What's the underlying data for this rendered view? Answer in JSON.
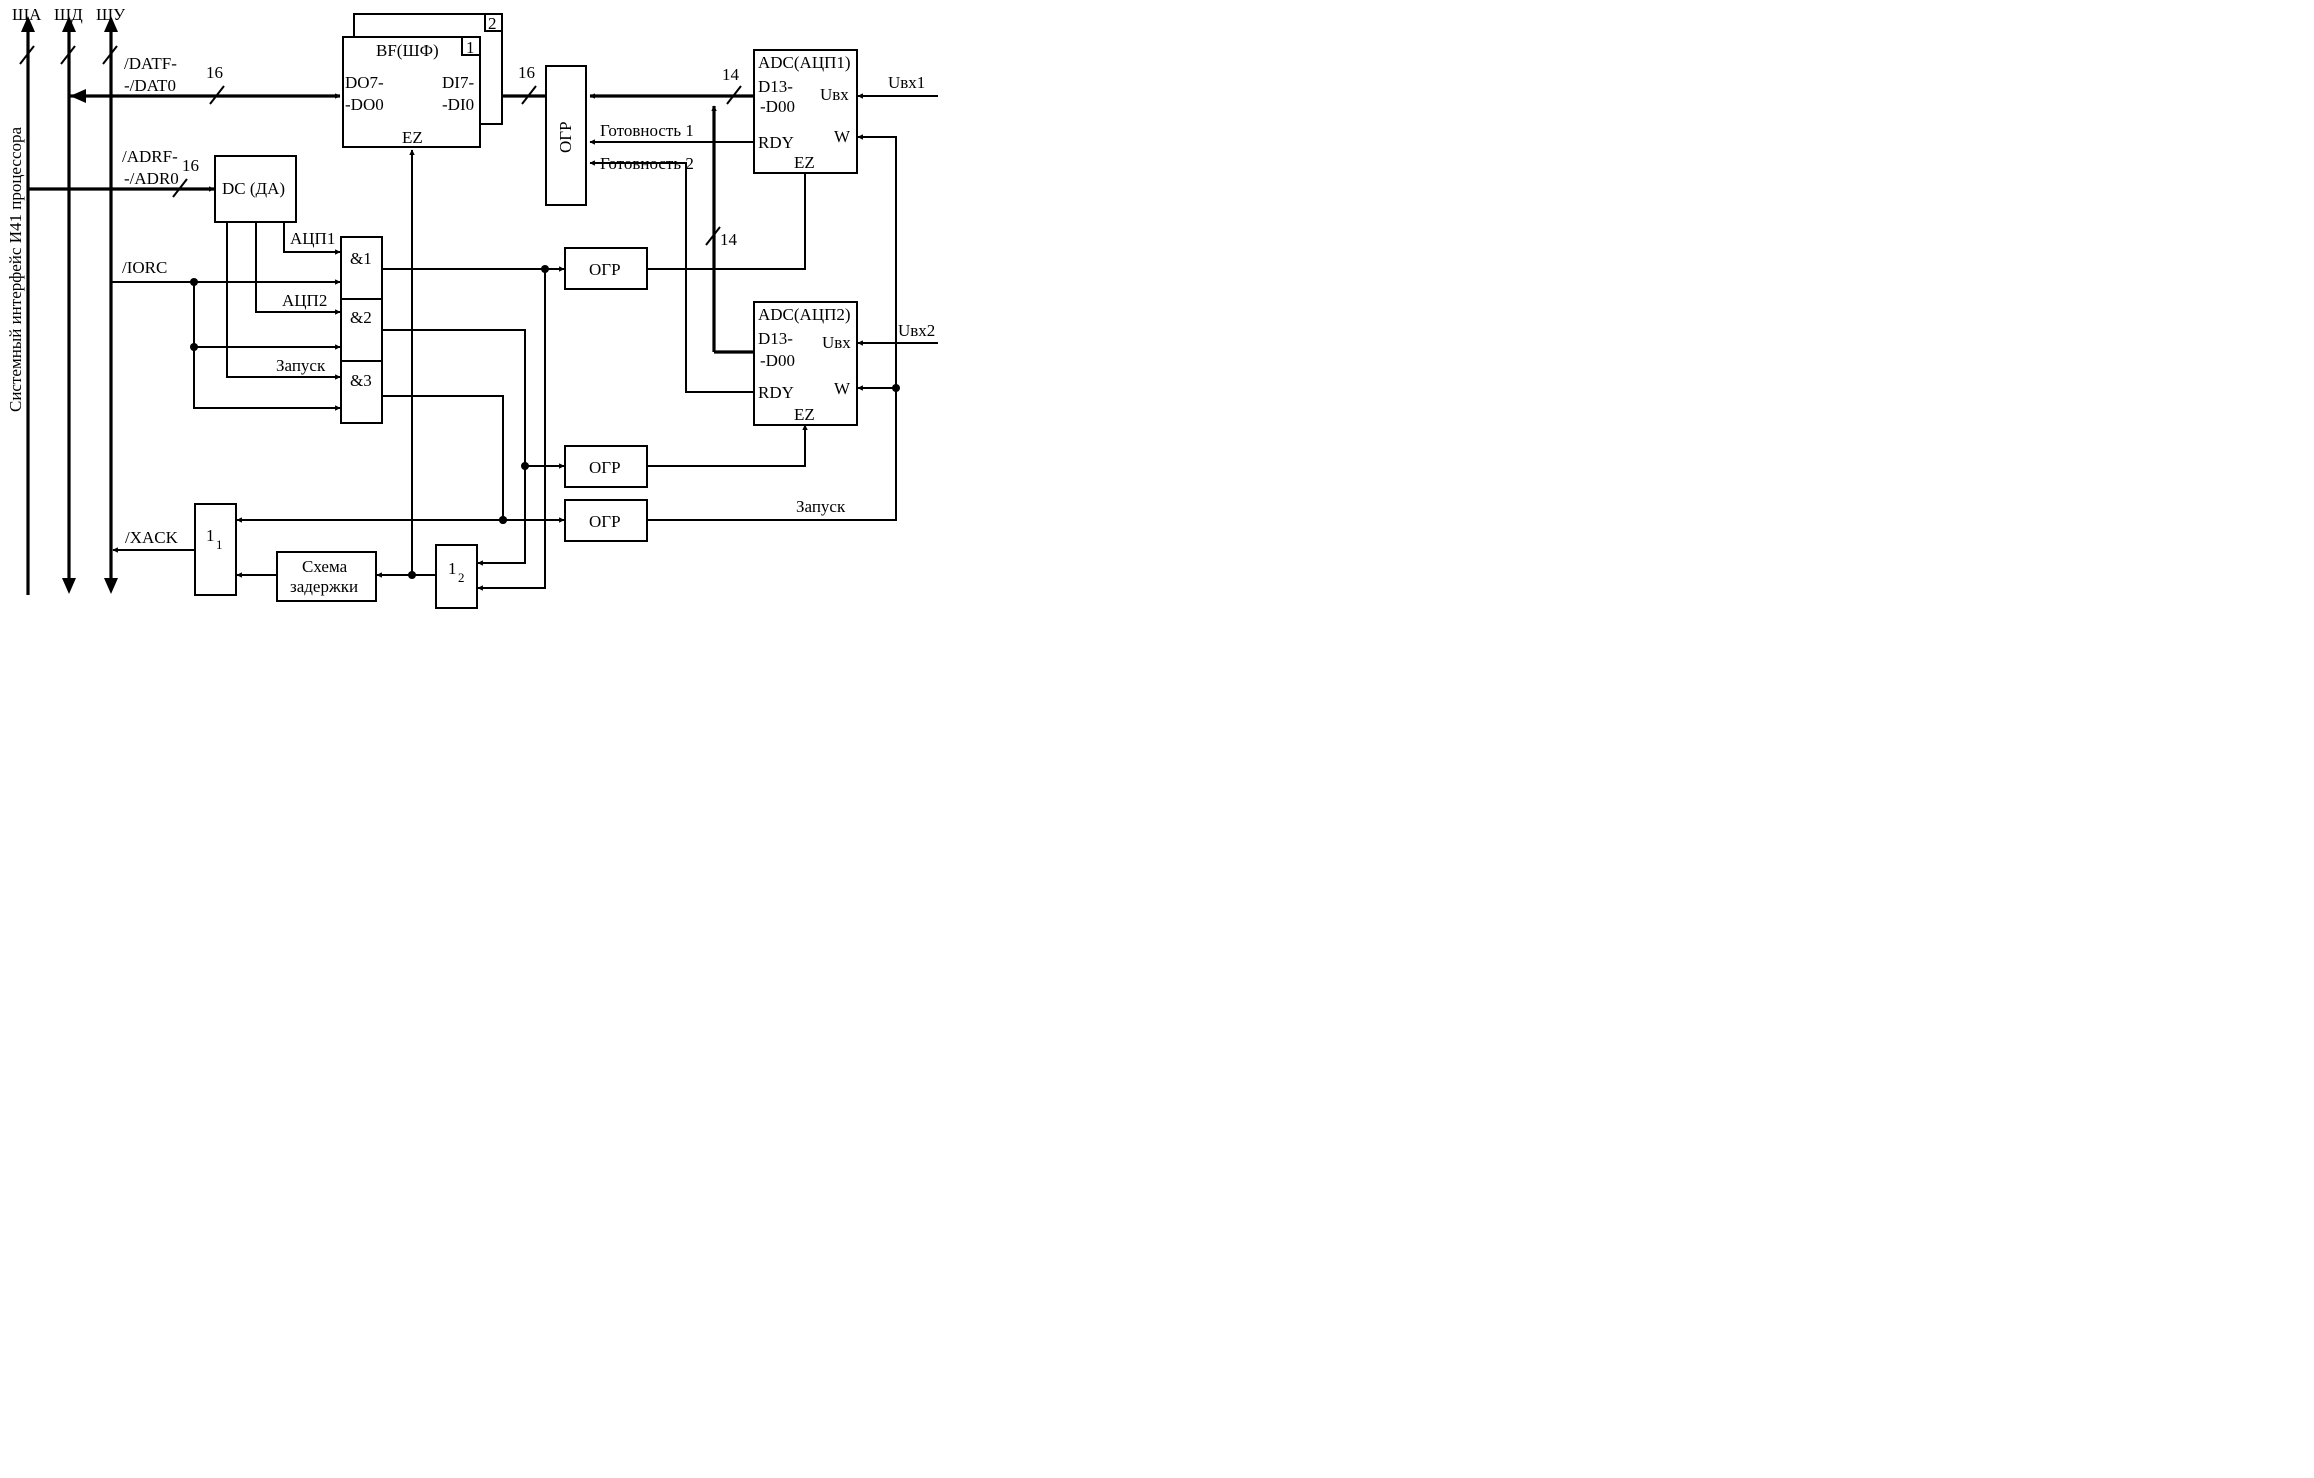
{
  "buses": {
    "sha": "ША",
    "shd": "ШД",
    "shu": "ШУ",
    "vertical_label": "Системный интерфейс И41 процессора"
  },
  "signals": {
    "datf_1": "/DATF-",
    "datf_2": "-/DAT0",
    "adrf_1": "/ADRF-",
    "adrf_2": "-/ADR0",
    "iorc": "/IORC",
    "xack": "/XACK",
    "w16_a": "16",
    "w16_b": "16",
    "w16_c": "16",
    "w14_a": "14",
    "w14_b": "14",
    "adc1_sel": "АЦП1",
    "adc2_sel": "АЦП2",
    "start_sel": "Запуск",
    "ready1": "Готовность 1",
    "ready2": "Готовность 2",
    "start_out": "Запуск",
    "uin1": "Uвх1",
    "uin2": "Uвх2"
  },
  "blocks": {
    "bf": {
      "title": "BF(ШФ)",
      "badge1": "1",
      "badge2": "2",
      "left1": "DO7-",
      "left2": "-DO0",
      "right1": "DI7-",
      "right2": "-DI0",
      "ez": "EZ"
    },
    "dc": {
      "title": "DC (ДА)"
    },
    "and1": "&1",
    "and2": "&2",
    "and3": "&3",
    "ogr_v": "ОГР",
    "ogr1": "ОГР",
    "ogr2": "ОГР",
    "ogr3": "ОГР",
    "or1": {
      "main": "1",
      "sub": "1"
    },
    "or2": {
      "main": "1",
      "sub": "2"
    },
    "delay": {
      "line1": "Схема",
      "line2": "задержки"
    },
    "adc1": {
      "title": "ADC(АЦП1)",
      "d1": "D13-",
      "d2": "-D00",
      "uin": "Uвх",
      "rdy": "RDY",
      "w": "W",
      "ez": "EZ"
    },
    "adc2": {
      "title": "ADC(АЦП2)",
      "d1": "D13-",
      "d2": "-D00",
      "uin": "Uвх",
      "rdy": "RDY",
      "w": "W",
      "ez": "EZ"
    }
  }
}
